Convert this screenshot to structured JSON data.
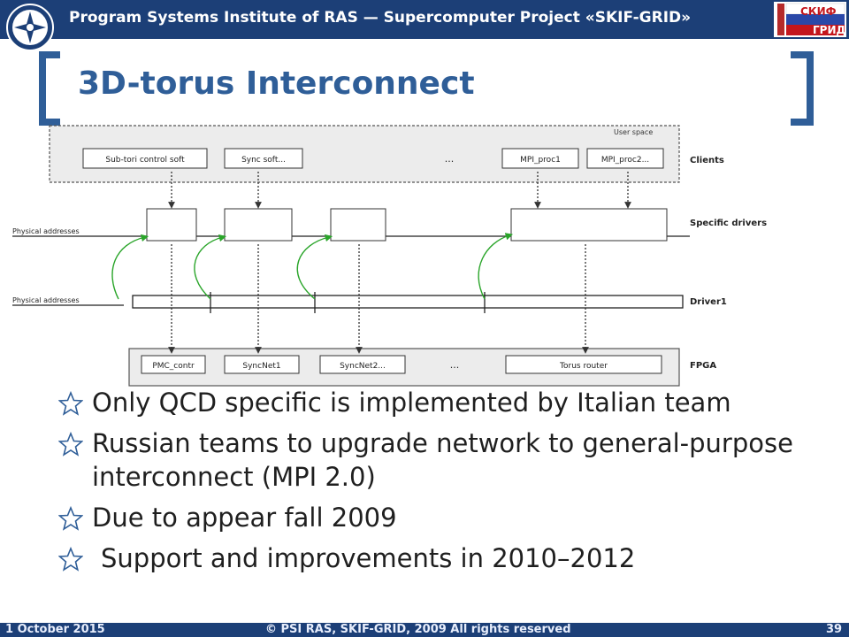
{
  "header": {
    "title": "Program Systems Institute of RAS — Supercomputer Project «SKIF-GRID»",
    "flag_top": "СКИФ",
    "flag_bottom": "ГРИД"
  },
  "slide": {
    "title": "3D-torus Interconnect"
  },
  "diagram": {
    "user_space": "User space",
    "clients_label": "Clients",
    "specific_drivers_label": "Specific drivers",
    "driver1_label": "Driver1",
    "fpga_label": "FPGA",
    "physical_addresses_1": "Physical addresses",
    "physical_addresses_2": "Physical addresses",
    "client_boxes": [
      "Sub-tori control soft",
      "Sync soft...",
      "...",
      "MPI_proc1",
      "MPI_proc2..."
    ],
    "fpga_boxes": [
      "PMC_contr",
      "SyncNet1",
      "SyncNet2...",
      "...",
      "Torus router"
    ]
  },
  "bullets": [
    "Only QCD specific is implemented by Italian team",
    "Russian teams to upgrade network to general-purpose interconnect (MPI 2.0)",
    "Due to appear fall 2009",
    "Support and improvements in 2010–2012"
  ],
  "footer": {
    "date": "1 October 2015",
    "copyright": "© PSI RAS, SKIF-GRID, 2009 All rights reserved",
    "page": "39"
  },
  "colors": {
    "header_bg": "#1c3f77",
    "title": "#2f5e98",
    "bracket": "#2f5e98"
  }
}
